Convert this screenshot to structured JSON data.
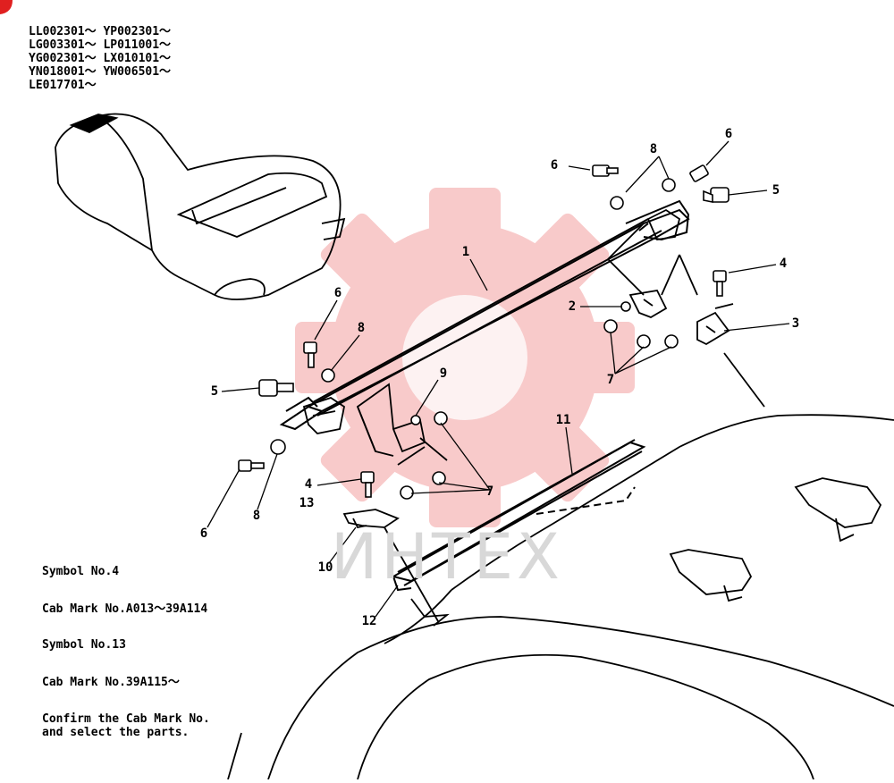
{
  "header": {
    "serial_ranges": [
      "LL002301～ YP002301～",
      "LG003301～ LP011001～",
      "YG002301～ LX010101～",
      "YN018001～ YW006501～",
      "LE017701～"
    ]
  },
  "notes": [
    "Symbol No.4",
    "Cab Mark No.A013～39A114",
    "Symbol No.13",
    "Cab Mark No.39A115～",
    "Confirm the Cab Mark No.",
    "and select the parts."
  ],
  "watermark": {
    "text": "ИНТЕХ",
    "gear_color": "#f4a8a8"
  },
  "callouts": [
    "1",
    "2",
    "3",
    "4",
    "5",
    "6",
    "7",
    "8",
    "9",
    "10",
    "11",
    "12",
    "13"
  ],
  "colors": {
    "line": "#000000",
    "watermark_gear": "#f7b5b5",
    "corner": "#e02020"
  }
}
